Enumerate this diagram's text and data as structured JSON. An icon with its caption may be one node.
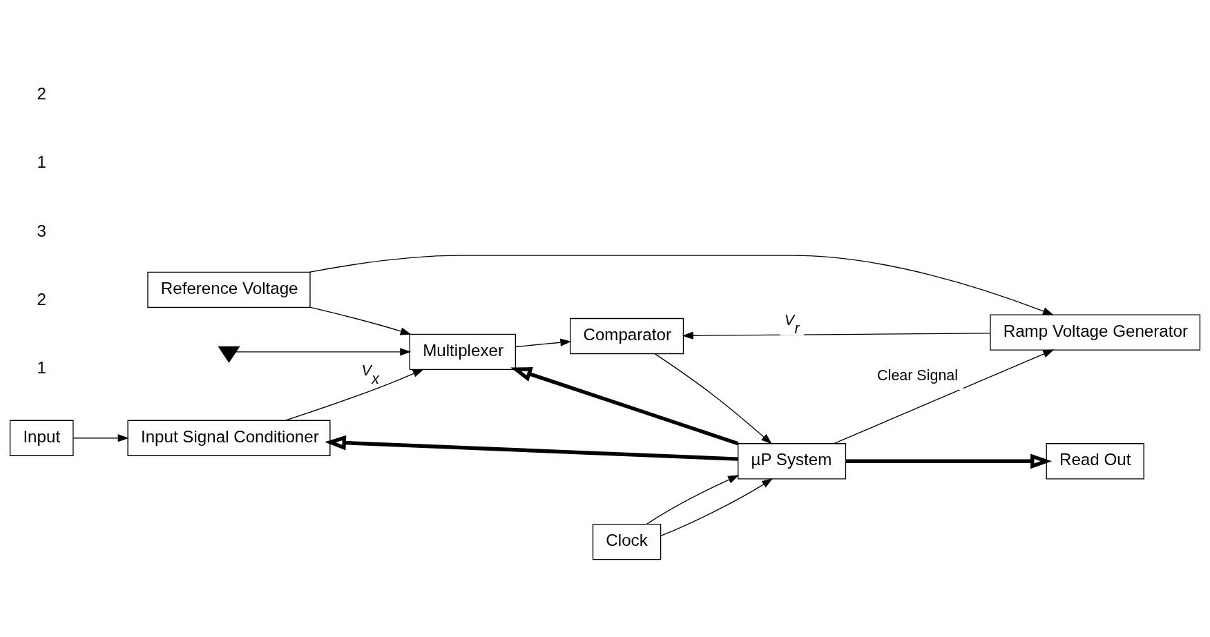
{
  "diagram": {
    "nodes": [
      {
        "text": [
          "Input Signal Conditioner"
        ]
      },
      {
        "text": [
          "Multiplexer"
        ]
      },
      {
        "text": [
          "µP System"
        ]
      },
      {
        "text": [
          "Clock"
        ]
      },
      {
        "text": [
          "Read Out"
        ]
      },
      {
        "text": [
          "Reference Voltage"
        ]
      },
      {
        "text": [
          "Ramp Voltage Generator"
        ]
      },
      {
        "text": [
          "Comparator"
        ]
      },
      {
        "text": [
          "Input"
        ]
      },
      {
        "text": [],
        "shape": "ground"
      }
    ],
    "edges": [
      {
        "from": 8,
        "to": 0,
        "arrow": "to"
      },
      {
        "from": 2,
        "to": 0,
        "arrow": "to",
        "style": "thick"
      },
      {
        "from": 9,
        "to": 1,
        "arrow": "to"
      },
      {
        "from": 0,
        "to": 1,
        "arrow": "to",
        "label": "V$_{x}$"
      },
      {
        "from": 5,
        "to": 1,
        "arrow": "to"
      },
      {
        "from": 2,
        "to": 1,
        "arrow": "to",
        "style": "thick"
      },
      {
        "from": 3,
        "to": 2,
        "arrow": "to"
      },
      {
        "from": 3,
        "to": 2,
        "arrow": "to"
      },
      {
        "from": 2,
        "to": 4,
        "arrow": "to",
        "style": "thick"
      },
      {
        "from": 2,
        "to": 6,
        "arrow": "to",
        "label": "Clear Signal"
      },
      {
        "from": 5,
        "to": 6,
        "arrow": "to"
      },
      {
        "from": 1,
        "to": 7,
        "arrow": "to"
      },
      {
        "from": 6,
        "to": 7,
        "arrow": "to",
        "label": "V$_{r}$"
      },
      {
        "from": 7,
        "to": 2,
        "arrow": "to"
      }
    ],
    "labels": [
      "1",
      "2",
      "3",
      "1",
      "2"
    ]
  }
}
